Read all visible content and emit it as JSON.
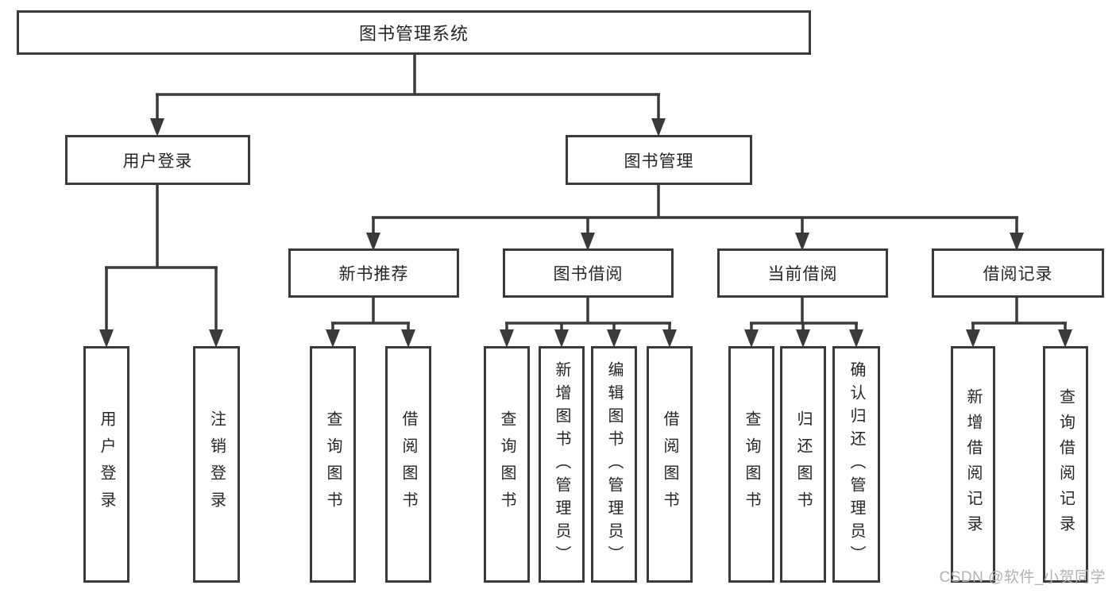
{
  "tree": {
    "root": {
      "label": "图书管理系统",
      "children": [
        {
          "label": "用户登录",
          "children": [
            {
              "label": "用户登录"
            },
            {
              "label": "注销登录"
            }
          ]
        },
        {
          "label": "图书管理",
          "children": [
            {
              "label": "新书推荐",
              "children": [
                {
                  "label": "查询图书"
                },
                {
                  "label": "借阅图书"
                }
              ]
            },
            {
              "label": "图书借阅",
              "children": [
                {
                  "label": "查询图书"
                },
                {
                  "label": "新增图书（管理员）"
                },
                {
                  "label": "编辑图书（管理员）"
                },
                {
                  "label": "借阅图书"
                }
              ]
            },
            {
              "label": "当前借阅",
              "children": [
                {
                  "label": "查询图书"
                },
                {
                  "label": "归还图书"
                },
                {
                  "label": "确认归还（管理员）"
                }
              ]
            },
            {
              "label": "借阅记录",
              "children": [
                {
                  "label": "新增借阅记录"
                },
                {
                  "label": "查询借阅记录"
                }
              ]
            }
          ]
        }
      ]
    }
  },
  "watermark": "CSDN @软件_小贺同学",
  "colors": {
    "line": "#3a3a3a",
    "text": "#262626",
    "watermark": "#b2b2b2",
    "background": "#ffffff"
  }
}
